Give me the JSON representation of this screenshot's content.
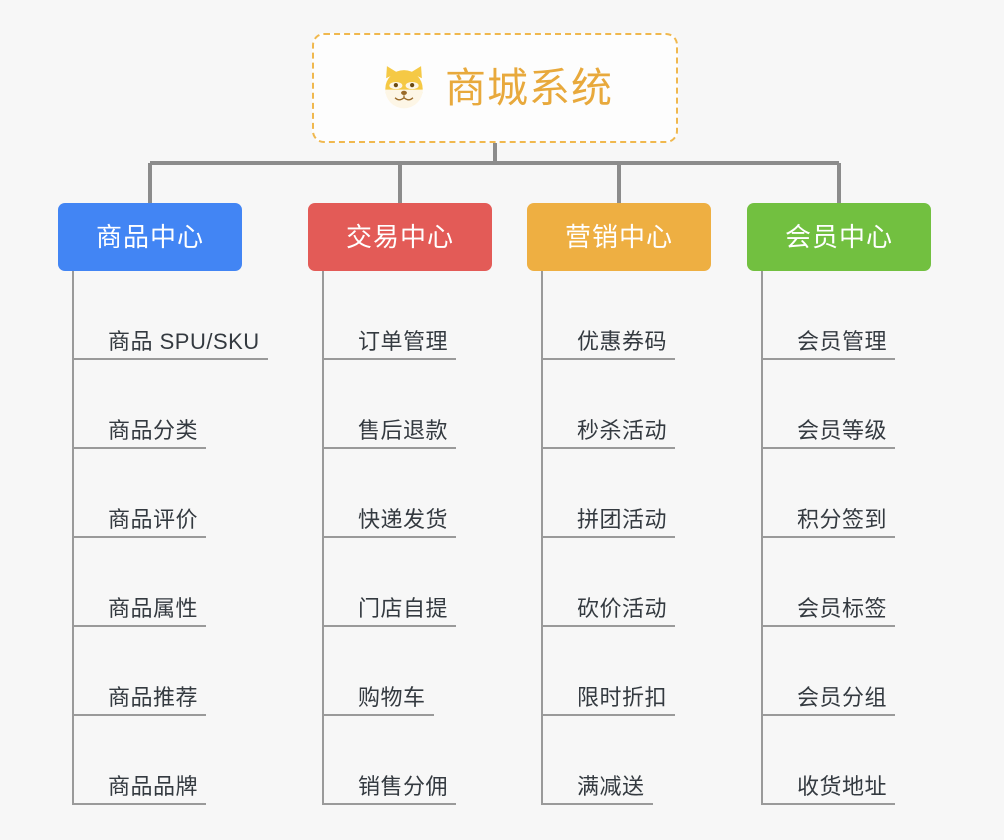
{
  "page": {
    "background_color": "#f7f7f7",
    "type": "mindmap"
  },
  "root": {
    "title": "商城系统",
    "icon": "shiba-dog-face-icon",
    "text_color": "#e8a93c",
    "border_color": "#f0b84e",
    "background_color": "#fdfdfd"
  },
  "connector": {
    "color": "#8c8c8c"
  },
  "branches": [
    {
      "label": "商品中心",
      "color": "#4285f4",
      "leaves": [
        {
          "label": "商品 SPU/SKU"
        },
        {
          "label": "商品分类"
        },
        {
          "label": "商品评价"
        },
        {
          "label": "商品属性"
        },
        {
          "label": "商品推荐"
        },
        {
          "label": "商品品牌"
        }
      ]
    },
    {
      "label": "交易中心",
      "color": "#e35b57",
      "leaves": [
        {
          "label": "订单管理"
        },
        {
          "label": "售后退款"
        },
        {
          "label": "快递发货"
        },
        {
          "label": "门店自提"
        },
        {
          "label": "购物车"
        },
        {
          "label": "销售分佣"
        }
      ]
    },
    {
      "label": "营销中心",
      "color": "#eeaf42",
      "leaves": [
        {
          "label": "优惠券码"
        },
        {
          "label": "秒杀活动"
        },
        {
          "label": "拼团活动"
        },
        {
          "label": "砍价活动"
        },
        {
          "label": "限时折扣"
        },
        {
          "label": "满减送"
        }
      ]
    },
    {
      "label": "会员中心",
      "color": "#72c040",
      "leaves": [
        {
          "label": "会员管理"
        },
        {
          "label": "会员等级"
        },
        {
          "label": "积分签到"
        },
        {
          "label": "会员标签"
        },
        {
          "label": "会员分组"
        },
        {
          "label": "收货地址"
        }
      ]
    }
  ]
}
